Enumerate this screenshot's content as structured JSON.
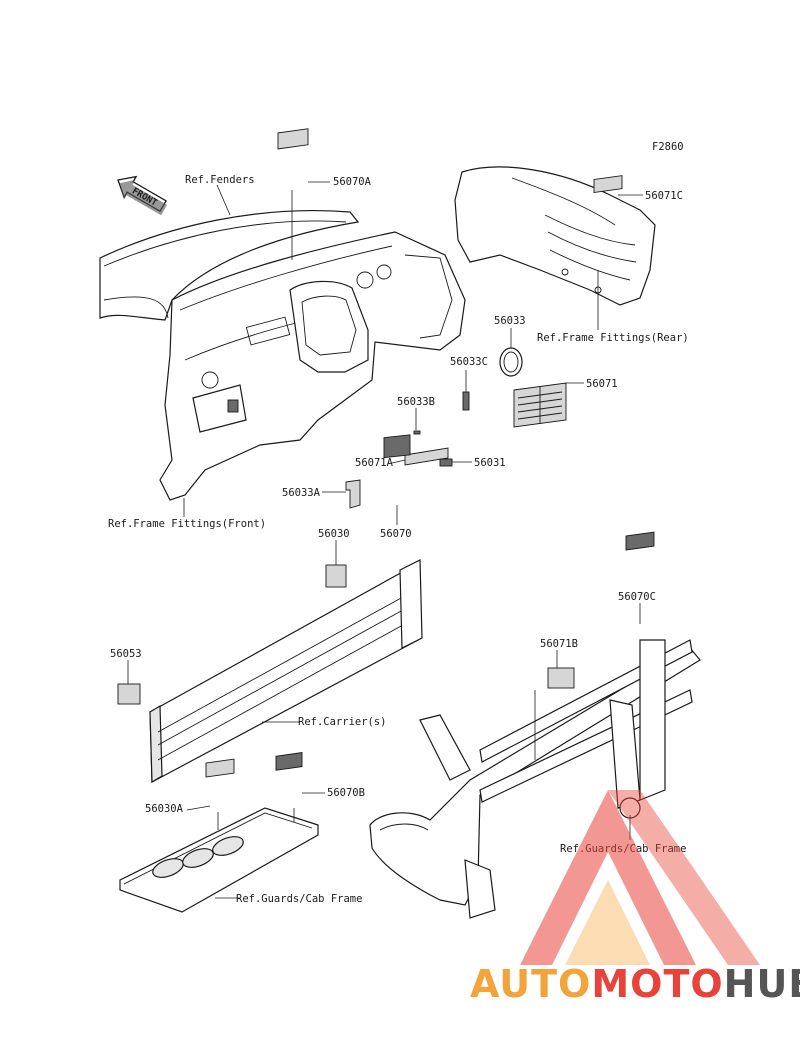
{
  "diagram_code": "F2860",
  "labels": {
    "p56070A": "56070A",
    "p56071C": "56071C",
    "p56033": "56033",
    "p56033C": "56033C",
    "p56071": "56071",
    "p56033B": "56033B",
    "p56071A": "56071A",
    "p56031": "56031",
    "p56033A": "56033A",
    "p56070": "56070",
    "p56030": "56030",
    "p56053": "56053",
    "p56071B": "56071B",
    "p56070C": "56070C",
    "p56030A": "56030A",
    "p56070B": "56070B"
  },
  "refs": {
    "fenders": "Ref.Fenders",
    "frame_rear": "Ref.Frame Fittings(Rear)",
    "frame_front": "Ref.Frame Fittings(Front)",
    "carrier": "Ref.Carrier(s)",
    "guards_right": "Ref.Guards/Cab Frame",
    "guards_bottom": "Ref.Guards/Cab Frame"
  },
  "front_arrow": "FRONT",
  "watermark": {
    "part1": "AUTO",
    "part2": "MOTO",
    "part3": "HUB",
    "color_orange": "#f2a33a",
    "color_red": "#e8433a",
    "color_gray": "#555555"
  }
}
